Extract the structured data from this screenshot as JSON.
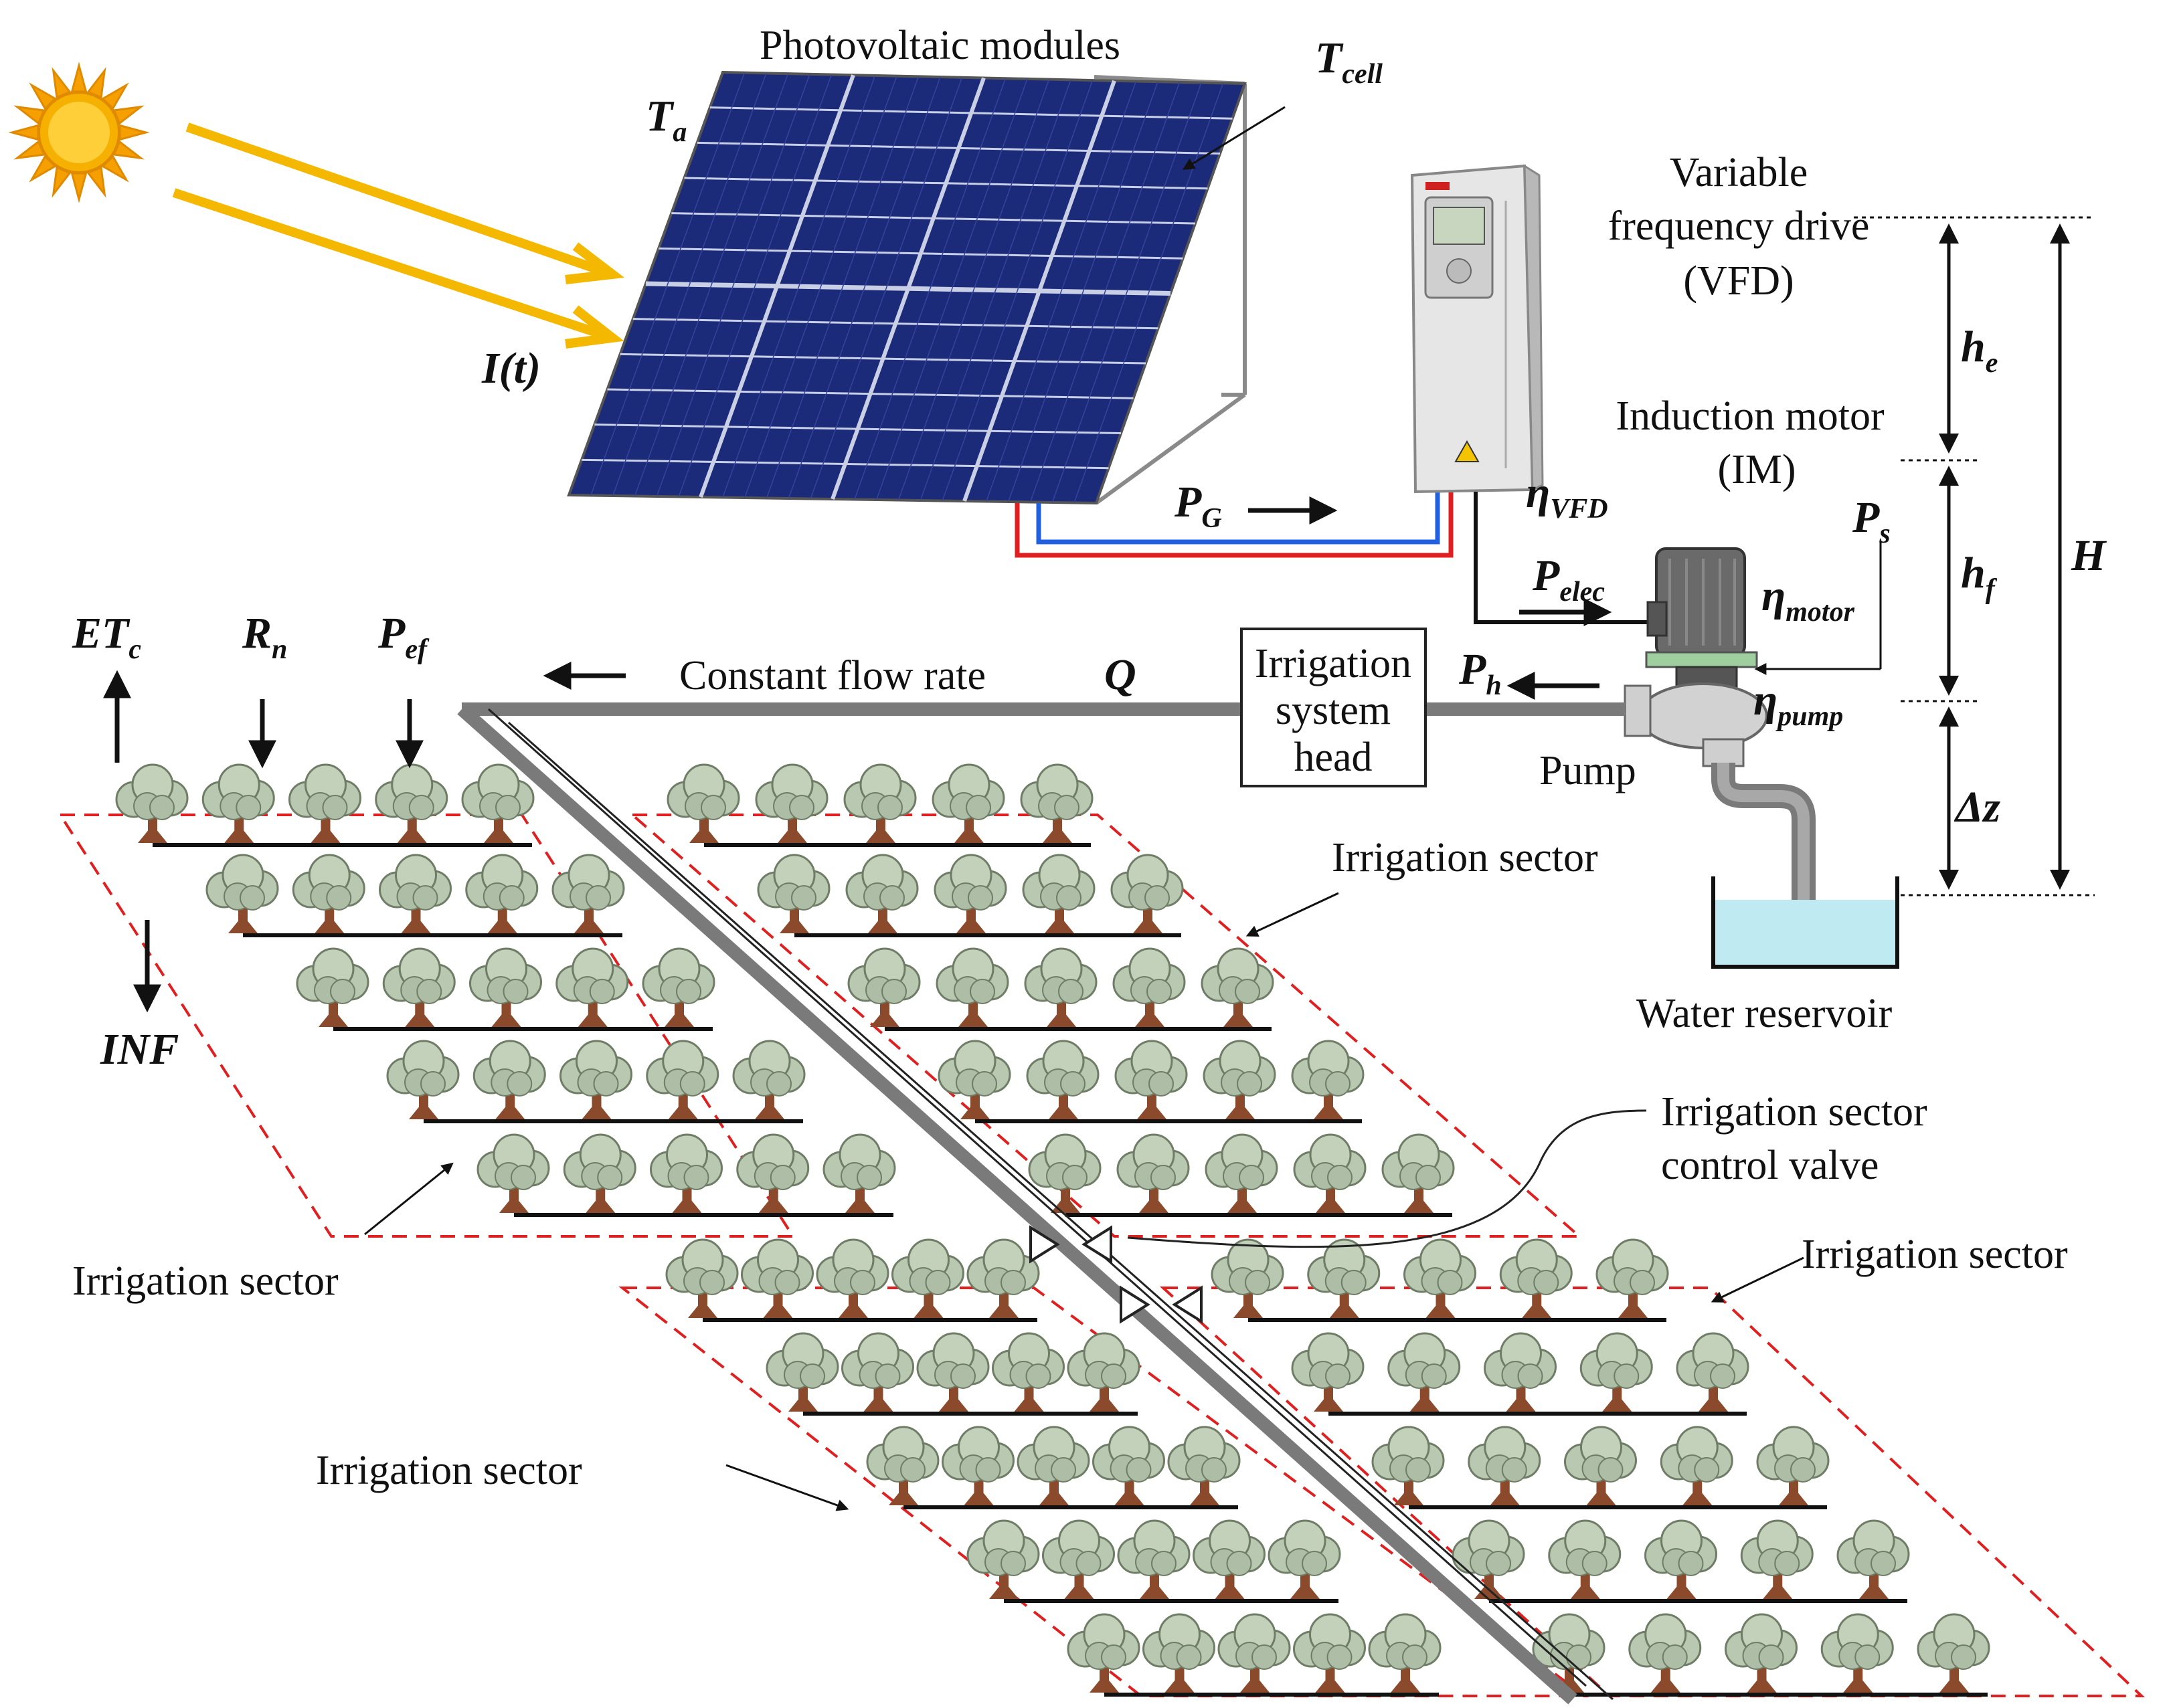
{
  "labels": {
    "pv_modules": "Photovoltaic modules",
    "vfd_line1": "Variable",
    "vfd_line2": "frequency drive",
    "vfd_line3": "(VFD)",
    "im_line1": "Induction motor",
    "im_line2": "(IM)",
    "head_line1": "Irrigation",
    "head_line2": "system",
    "head_line3": "head",
    "flow": "Constant flow rate",
    "pump": "Pump",
    "reservoir": "Water reservoir",
    "sector_top_right": "Irrigation sector",
    "sector_left": "Irrigation sector",
    "sector_right": "Irrigation sector",
    "sector_bottom": "Irrigation sector",
    "valve_line1": "Irrigation sector",
    "valve_line2": "control valve"
  },
  "symbols": {
    "Ta": {
      "base": "T",
      "sub": "a"
    },
    "Tcell": {
      "base": "T",
      "sub": "cell"
    },
    "It": {
      "base": "I(t)",
      "sub": ""
    },
    "PG": {
      "base": "P",
      "sub": "G"
    },
    "etaVFD": {
      "base": "η",
      "sub": "VFD"
    },
    "Pelec": {
      "base": "P",
      "sub": "elec"
    },
    "etaMotor": {
      "base": "η",
      "sub": "motor"
    },
    "Ps": {
      "base": "P",
      "sub": "s"
    },
    "Ph": {
      "base": "P",
      "sub": "h"
    },
    "etaPump": {
      "base": "η",
      "sub": "pump"
    },
    "Q": {
      "base": "Q",
      "sub": ""
    },
    "ETc": {
      "base": "ET",
      "sub": "c"
    },
    "Rn": {
      "base": "R",
      "sub": "n"
    },
    "Pef": {
      "base": "P",
      "sub": "ef"
    },
    "INF": {
      "base": "INF",
      "sub": ""
    },
    "he": {
      "base": "h",
      "sub": "e"
    },
    "hf": {
      "base": "h",
      "sub": "f"
    },
    "H": {
      "base": "H",
      "sub": ""
    },
    "dz": {
      "base": "Δz",
      "sub": ""
    }
  },
  "colors": {
    "panel": "#1c2a7a",
    "panel_line": "#c9d0e6",
    "sun_ray": "#f5b800",
    "sun_core": "#f5a000",
    "wire_pos": "#e02020",
    "wire_neg": "#2060e0",
    "sector_border": "#e02020",
    "pipe": "#808080",
    "water": "#bfeaf2",
    "tree_trunk": "#8b4a2b",
    "tree_leaf": "#b9c8b0"
  }
}
